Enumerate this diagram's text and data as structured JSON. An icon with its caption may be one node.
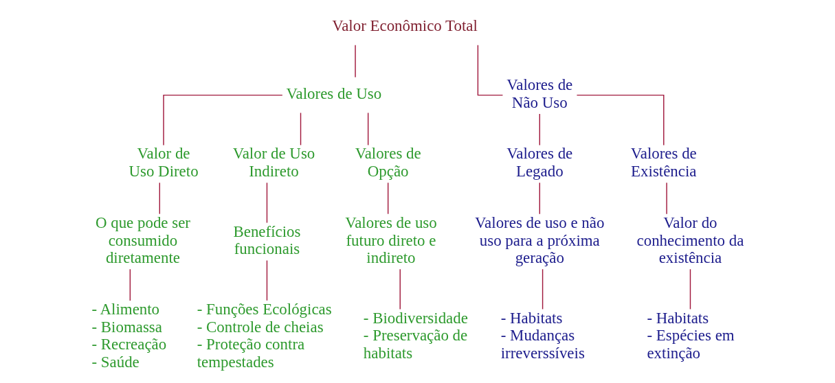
{
  "diagram": {
    "nodes": [
      {
        "text": [
          "Valor Econômico Total"
        ]
      },
      {
        "text": [
          "Valores de Uso"
        ]
      },
      {
        "text": [
          "Valores de Não Uso"
        ]
      },
      {
        "text": [
          "Valor de Uso Direto"
        ]
      },
      {
        "text": [
          "Valor de Uso Indireto"
        ]
      },
      {
        "text": [
          "Valores de Opção"
        ]
      },
      {
        "text": [
          "Valores de Legado"
        ]
      },
      {
        "text": [
          "Valores de Existência"
        ]
      },
      {
        "text": [
          "O que pode ser consumido diretamente"
        ]
      },
      {
        "text": [
          "Benefícios funcionais"
        ]
      },
      {
        "text": [
          "Valores de uso futuro direto e indireto"
        ]
      },
      {
        "text": [
          "Valores de uso e não uso para a próxima geração"
        ]
      },
      {
        "text": [
          "Valor do conhecimento da existência"
        ]
      },
      {
        "text": [
          "- Alimento",
          "- Biomassa",
          "- Recreação",
          "- Saúde"
        ]
      },
      {
        "text": [
          "- Funções Ecológicas",
          "- Controle de cheias",
          "- Proteção contra tempestades"
        ]
      },
      {
        "text": [
          "- Biodiversidade",
          "- Preservação de habitats"
        ]
      },
      {
        "text": [
          "- Habitats",
          "- Mudanças irreverssíveis"
        ]
      },
      {
        "text": [
          "- Habitats",
          "- Espécies em extinção"
        ]
      }
    ],
    "edges": [
      {
        "from": 0,
        "to": 1,
        "arrow": "none"
      },
      {
        "from": 0,
        "to": 2,
        "arrow": "none"
      },
      {
        "from": 1,
        "to": 3,
        "arrow": "none"
      },
      {
        "from": 1,
        "to": 4,
        "arrow": "none"
      },
      {
        "from": 1,
        "to": 5,
        "arrow": "none"
      },
      {
        "from": 2,
        "to": 6,
        "arrow": "none"
      },
      {
        "from": 2,
        "to": 7,
        "arrow": "none"
      },
      {
        "from": 3,
        "to": 8,
        "arrow": "none"
      },
      {
        "from": 4,
        "to": 9,
        "arrow": "none"
      },
      {
        "from": 5,
        "to": 10,
        "arrow": "none"
      },
      {
        "from": 6,
        "to": 11,
        "arrow": "none"
      },
      {
        "from": 7,
        "to": 12,
        "arrow": "none"
      },
      {
        "from": 8,
        "to": 13,
        "arrow": "none"
      },
      {
        "from": 9,
        "to": 14,
        "arrow": "none"
      },
      {
        "from": 10,
        "to": 15,
        "arrow": "none"
      },
      {
        "from": 11,
        "to": 16,
        "arrow": "none"
      },
      {
        "from": 12,
        "to": 17,
        "arrow": "none"
      }
    ]
  }
}
